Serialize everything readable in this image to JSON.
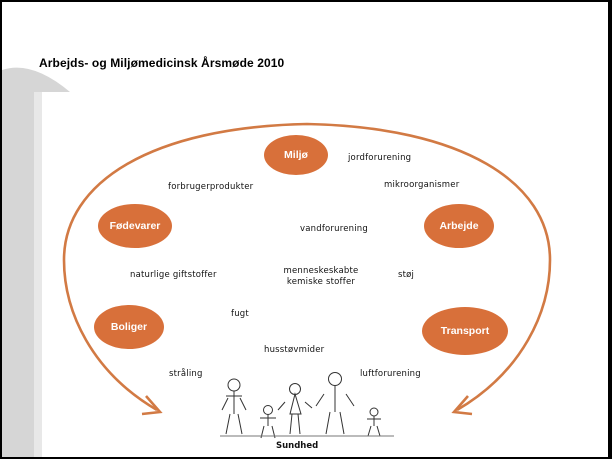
{
  "slide": {
    "title": "Arbejds- og Miljømedicinsk Årsmøde 2010"
  },
  "diagram": {
    "nodes": {
      "miljo": "Miljø",
      "fodevarer": "Fødevarer",
      "arbejde": "Arbejde",
      "boliger": "Boliger",
      "transport": "Transport"
    },
    "factors": {
      "jordforurening": "jordforurening",
      "forbrugerprodukter": "forbrugerprodukter",
      "mikroorganismer": "mikroorganismer",
      "vandforurening": "vandforurening",
      "naturlige_giftstoffer": "naturlige giftstoffer",
      "menneskeskabte_1": "menneskeskabte",
      "menneskeskabte_2": "kemiske stoffer",
      "stoj": "støj",
      "fugt": "fugt",
      "husstovmider": "husstøvmider",
      "straling": "stråling",
      "luftforurening": "luftforurening"
    },
    "caption": "Sundhed",
    "colors": {
      "accent": "#d8703a",
      "arrow": "#d27a44",
      "sidebar": "#e4e4e4"
    }
  }
}
